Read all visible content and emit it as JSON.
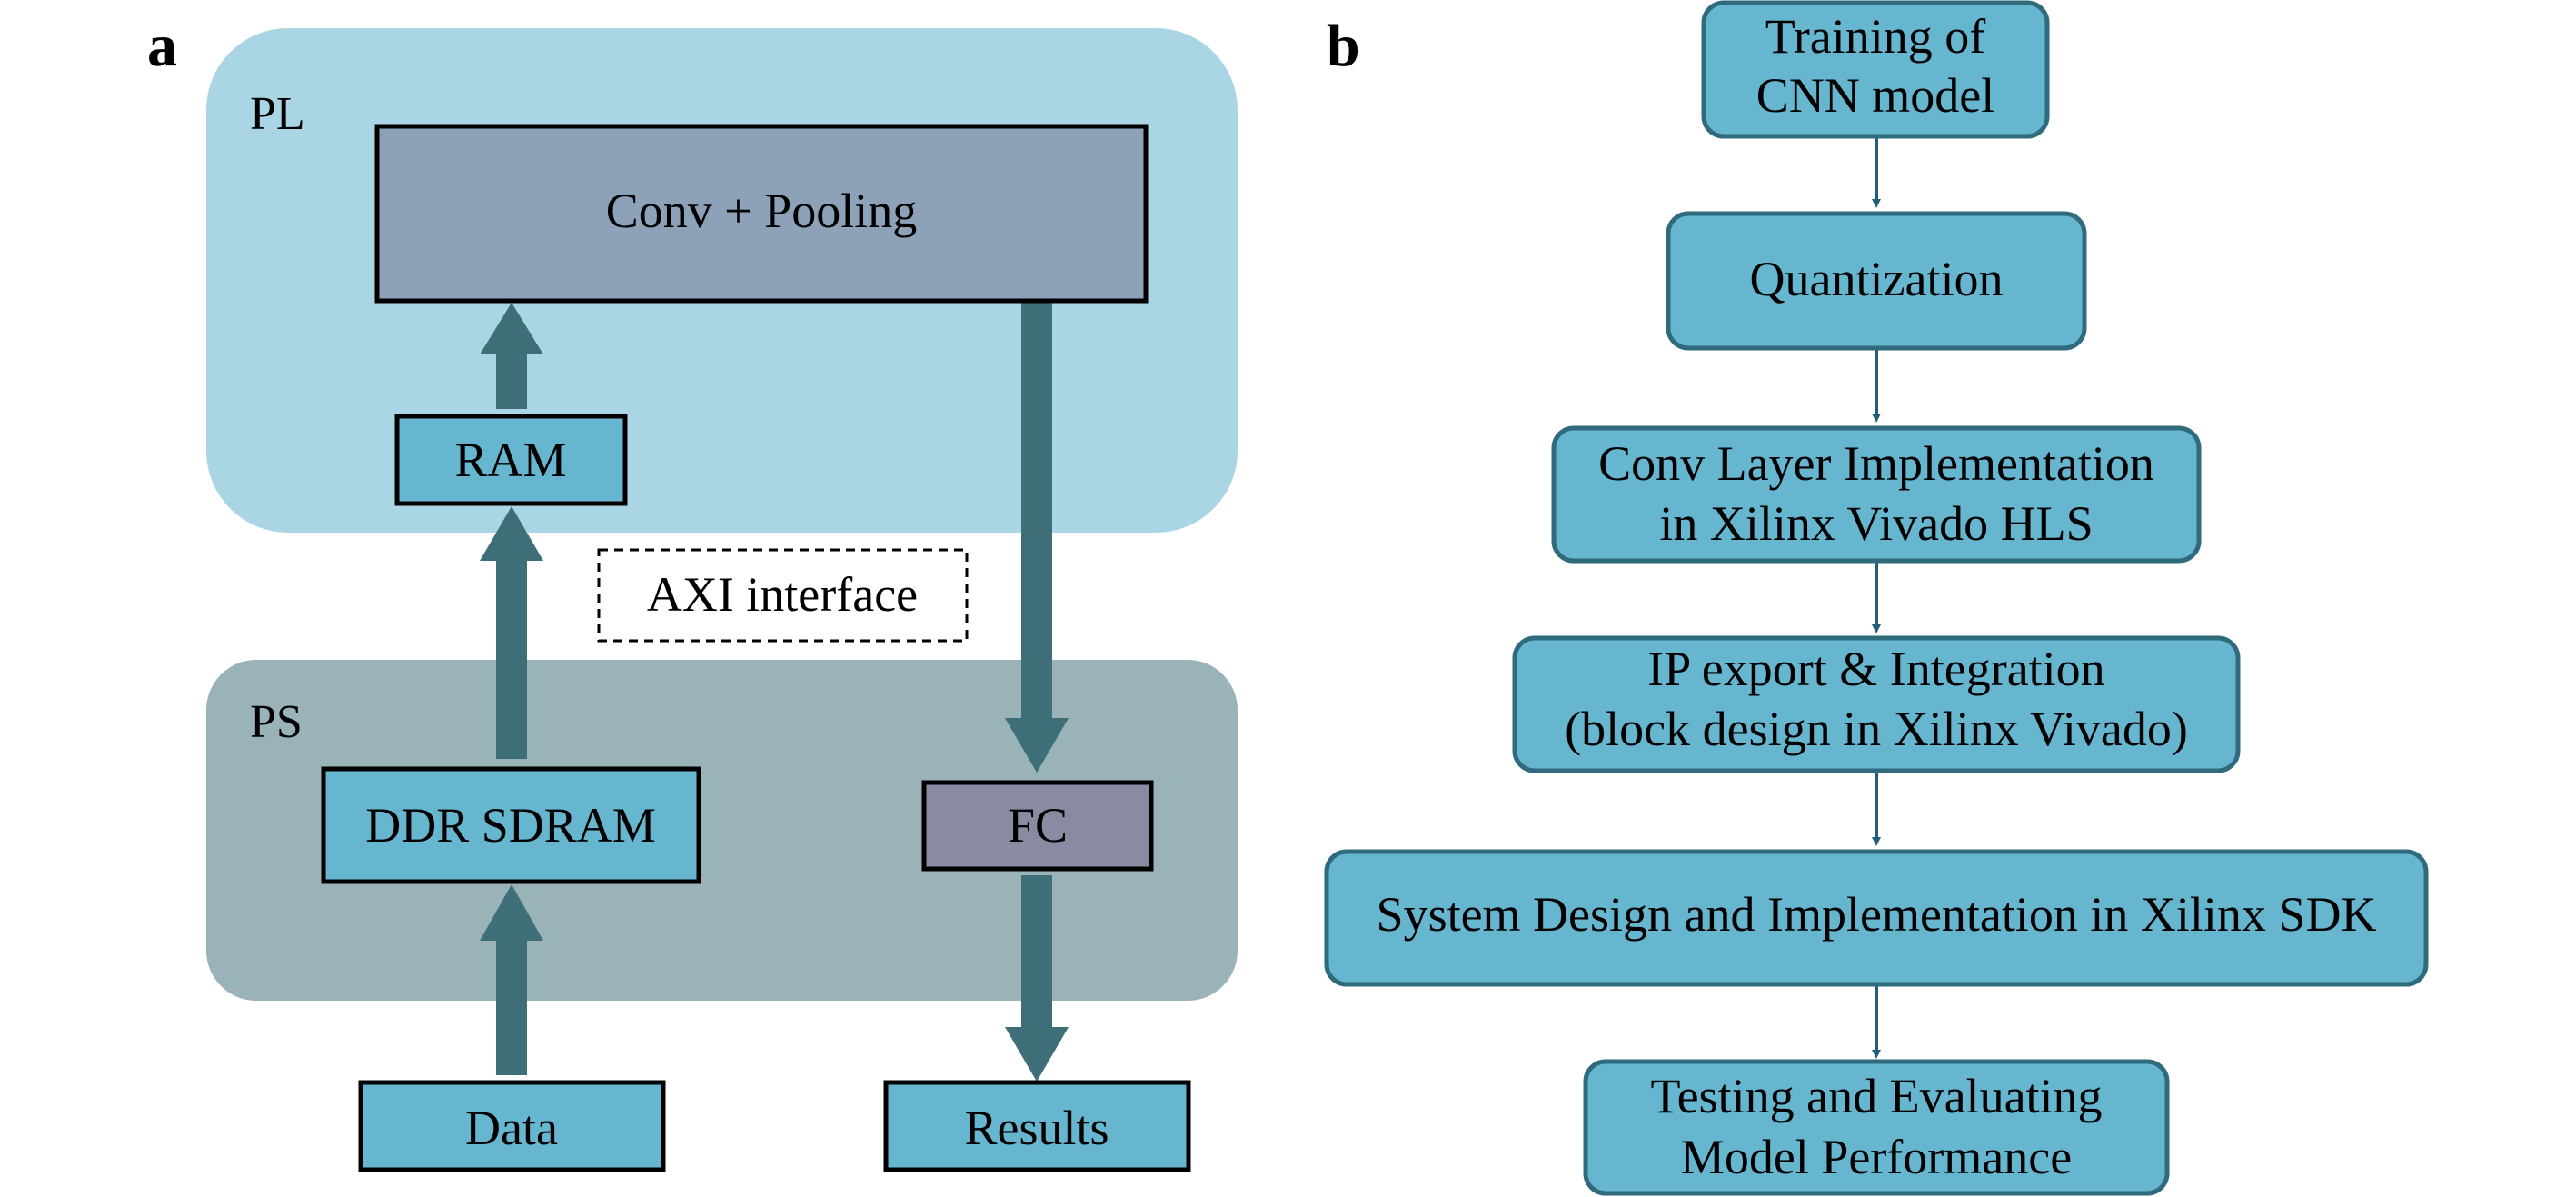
{
  "panel_a": {
    "letter": "a",
    "regions": {
      "pl": {
        "label": "PL",
        "color": "#aad5e4"
      },
      "ps": {
        "label": "PS",
        "color": "#99b3b8"
      }
    },
    "boxes": {
      "conv_pooling": {
        "label": "Conv + Pooling",
        "color": "#8da1b8"
      },
      "ram": {
        "label": "RAM",
        "color": "#66b6d0"
      },
      "axi": {
        "label": "AXI interface"
      },
      "ddr_sdram": {
        "label": "DDR SDRAM",
        "color": "#66b6d0"
      },
      "fc": {
        "label": "FC",
        "color": "#888ba2"
      },
      "data": {
        "label": "Data",
        "color": "#66b6d0"
      },
      "results": {
        "label": "Results",
        "color": "#66b6d0"
      }
    },
    "arrow_color": "#3e6f78"
  },
  "panel_b": {
    "letter": "b",
    "box_fill": "#66b6d0",
    "box_stroke": "#2f6b7c",
    "arrow_color": "#1f5f78",
    "steps": [
      {
        "lines": [
          "Training of",
          "CNN model"
        ]
      },
      {
        "lines": [
          "Quantization"
        ]
      },
      {
        "lines": [
          "Conv Layer Implementation",
          "in Xilinx Vivado HLS"
        ]
      },
      {
        "lines": [
          "IP export & Integration",
          "(block design in Xilinx Vivado)"
        ]
      },
      {
        "lines": [
          "System Design and Implementation in Xilinx SDK"
        ]
      },
      {
        "lines": [
          "Testing and Evaluating",
          "Model Performance"
        ]
      }
    ]
  }
}
